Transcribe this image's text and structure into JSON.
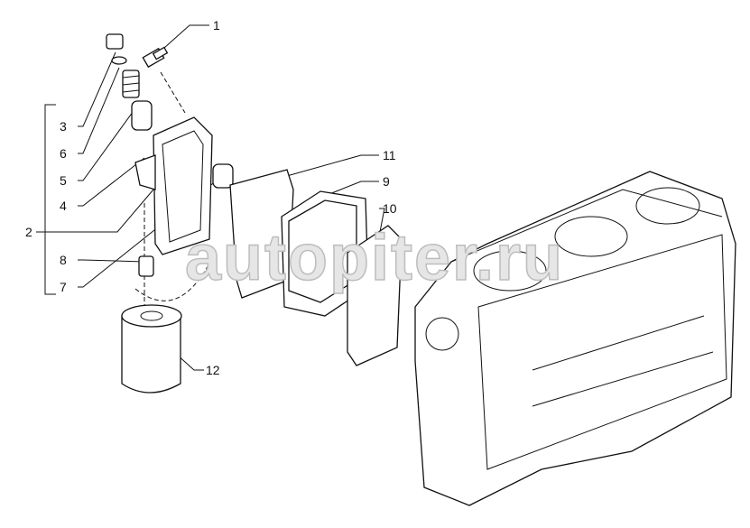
{
  "watermark": "autopiter.ru",
  "callouts": [
    {
      "id": "1",
      "label": "1"
    },
    {
      "id": "2",
      "label": "2"
    },
    {
      "id": "3",
      "label": "3"
    },
    {
      "id": "4",
      "label": "4"
    },
    {
      "id": "5",
      "label": "5"
    },
    {
      "id": "6",
      "label": "6"
    },
    {
      "id": "7",
      "label": "7"
    },
    {
      "id": "8",
      "label": "8"
    },
    {
      "id": "9",
      "label": "9"
    },
    {
      "id": "10",
      "label": "10"
    },
    {
      "id": "11",
      "label": "11"
    },
    {
      "id": "12",
      "label": "12"
    }
  ]
}
